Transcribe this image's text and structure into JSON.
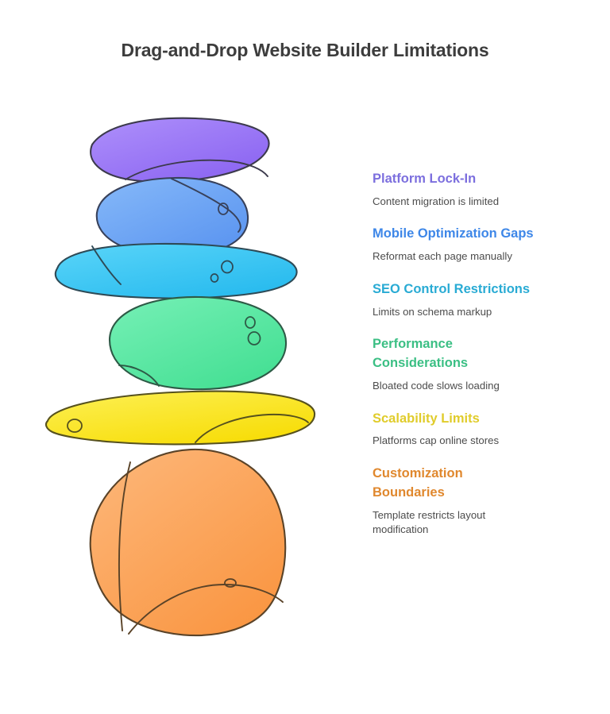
{
  "page": {
    "title": "Drag-and-Drop Website Builder Limitations",
    "background_color": "#ffffff",
    "title_color": "#3d3d3d",
    "body_text_color": "#4c4c4c"
  },
  "illustration": {
    "type": "balanced-stone-stack",
    "description": "Six stacked irregular stones, widest and largest at the bottom, narrow flat stones on top",
    "stones": [
      {
        "name": "platform-lock-in-stone",
        "order": 1,
        "color": "#9B7BF7",
        "gradient_from": "#A98BFA",
        "gradient_to": "#8B66F2",
        "outline_color": "#3a3a4a",
        "shape": "flat-lens"
      },
      {
        "name": "mobile-optimization-stone",
        "order": 2,
        "color": "#6FA8F5",
        "gradient_from": "#82B6F8",
        "gradient_to": "#5C96F0",
        "outline_color": "#3a3a4a",
        "shape": "rounded-loaf"
      },
      {
        "name": "seo-control-stone",
        "order": 3,
        "color": "#3FCAF5",
        "gradient_from": "#55D3F8",
        "gradient_to": "#2ABCEE",
        "outline_color": "#3a3a4a",
        "shape": "wide-flat-lens"
      },
      {
        "name": "performance-stone",
        "order": 4,
        "color": "#5DE8A4",
        "gradient_from": "#71EEB1",
        "gradient_to": "#47E095",
        "outline_color": "#3a3a4a",
        "shape": "broad-oval"
      },
      {
        "name": "scalability-stone",
        "order": 5,
        "color": "#FCE82A",
        "gradient_from": "#FDEE4D",
        "gradient_to": "#F8DF10",
        "outline_color": "#3a3a2a",
        "shape": "long-flat-slab"
      },
      {
        "name": "customization-stone",
        "order": 6,
        "color": "#FBA55C",
        "gradient_from": "#FDB274",
        "gradient_to": "#F9964A",
        "outline_color": "#4a3a2a",
        "shape": "large-boulder"
      }
    ]
  },
  "legend": {
    "items": [
      {
        "heading": "Platform Lock-In",
        "description": "Content migration is limited",
        "color": "#7C6FDE"
      },
      {
        "heading": "Mobile Optimization Gaps",
        "description": "Reformat each page manually",
        "color": "#3E87E8"
      },
      {
        "heading": "SEO Control Restrictions",
        "description": "Limits on schema markup",
        "color": "#29ABD4"
      },
      {
        "heading": "Performance Considerations",
        "description": "Bloated code slows loading",
        "color": "#3BBF84"
      },
      {
        "heading": "Scalability Limits",
        "description": "Platforms cap online stores",
        "color": "#E0CC2B"
      },
      {
        "heading": "Customization Boundaries",
        "description": "Template restricts layout modification",
        "color": "#E0882E"
      }
    ]
  }
}
